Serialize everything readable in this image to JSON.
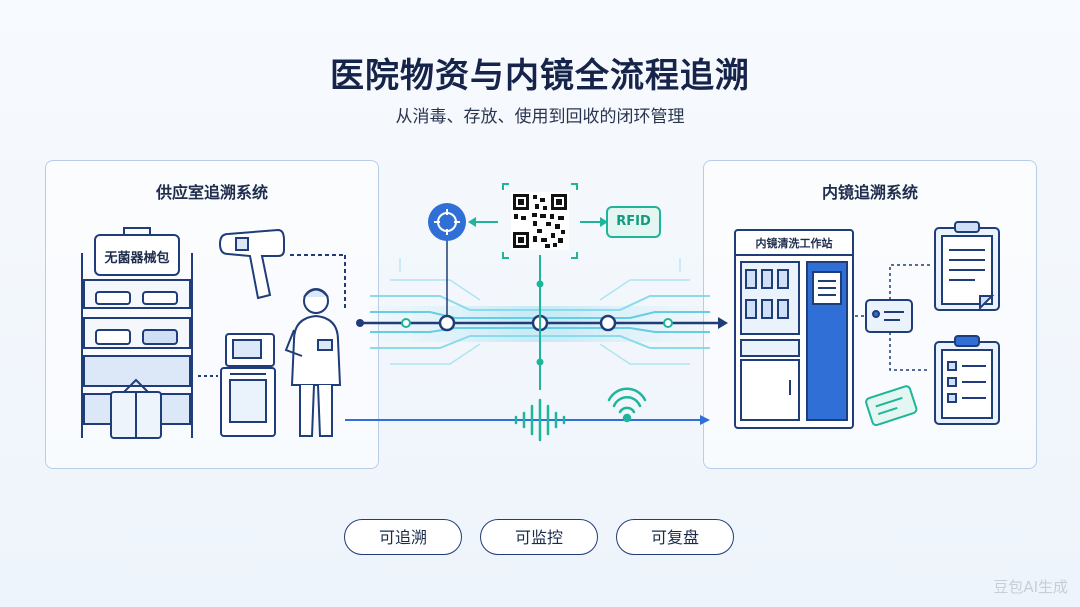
{
  "header": {
    "title": "医院物资与内镜全流程追溯",
    "subtitle": "从消毒、存放、使用到回收的闭环管理"
  },
  "left_panel": {
    "title": "供应室追溯系统",
    "shelf_sign": "无菌器械包"
  },
  "right_panel": {
    "title": "内镜追溯系统",
    "station_label": "内镜清洗工作站"
  },
  "center": {
    "rfid_tag": "RFID"
  },
  "pills": [
    "可追溯",
    "可监控",
    "可复盘"
  ],
  "watermark": "豆包AI生成",
  "colors": {
    "accent_blue": "#2f6fd6",
    "teal": "#1fb59a",
    "navy": "#1f3d78",
    "line_cyan": "#6fd3e6"
  }
}
